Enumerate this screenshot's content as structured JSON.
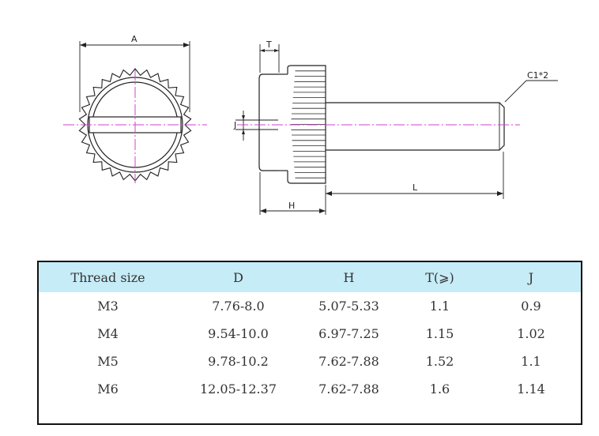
{
  "drawing": {
    "labels": {
      "A": "A",
      "T": "T",
      "J": "J",
      "H": "H",
      "L": "L",
      "chamfer": "C1*2"
    },
    "colors": {
      "line": "#222222",
      "centerline": "#cc44cc",
      "header": "#c6ecf7"
    }
  },
  "table": {
    "headers": [
      "Thread size",
      "D",
      "H",
      "T(⩾)",
      "J"
    ],
    "rows": [
      [
        "M3",
        "7.76-8.0",
        "5.07-5.33",
        "1.1",
        "0.9"
      ],
      [
        "M4",
        "9.54-10.0",
        "6.97-7.25",
        "1.15",
        "1.02"
      ],
      [
        "M5",
        "9.78-10.2",
        "7.62-7.88",
        "1.52",
        "1.1"
      ],
      [
        "M6",
        "12.05-12.37",
        "7.62-7.88",
        "1.6",
        "1.14"
      ]
    ]
  }
}
